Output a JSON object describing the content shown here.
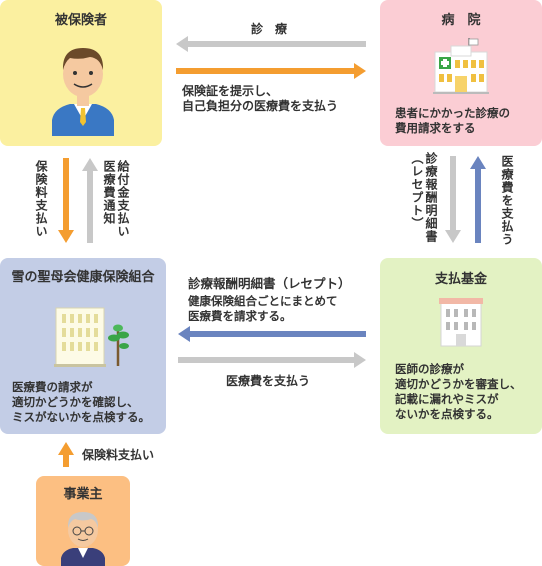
{
  "colors": {
    "yellow_box": "#fbf0a0",
    "pink_box": "#fbcdd4",
    "blue_box": "#c3cde6",
    "green_box": "#e3f2c3",
    "orange_box": "#fcbf82",
    "arrow_orange": "#f49d30",
    "arrow_gray": "#c8c8c8",
    "arrow_blue": "#6a84bf"
  },
  "insured": {
    "title": "被保険者",
    "icon": "man-avatar-icon"
  },
  "hospital": {
    "title": "病　院",
    "desc_lines": [
      "患者にかかった診療の",
      "費用請求をする"
    ],
    "icon": "hospital-building-icon"
  },
  "union": {
    "title": "雪の聖母会健康保険組合",
    "desc_lines": [
      "医療費の請求が",
      "適切かどうかを確認し、",
      "ミスがないかを点検する。"
    ],
    "icon": "office-building-with-tree-icon"
  },
  "fund": {
    "title": "支払基金",
    "desc_lines": [
      "医師の診療が",
      "適切かどうかを審査し、",
      "記載に漏れやミスが",
      "ないかを点検する。"
    ],
    "icon": "fund-building-icon"
  },
  "employer": {
    "title": "事業主",
    "icon": "elderly-man-avatar-icon"
  },
  "flows": {
    "shinryo": "診　療",
    "insured_to_hospital": [
      "保険証を提示し、",
      "自己負担分の医療費を支払う"
    ],
    "premium_payment": "保険料支払い",
    "benefit_notice": "給付金支払い\n医療費通知",
    "receipt_vertical": "診療報酬明細書\n（レセプト）",
    "pay_medical_vertical": "医療費を支払う",
    "fund_to_union_title": "診療報酬明細書（レセプト）",
    "fund_to_union_lines": [
      "健康保険組合ごとにまとめて",
      "医療費を請求する。"
    ],
    "union_to_fund": "医療費を支払う",
    "employer_to_union": "保険料支払い"
  }
}
